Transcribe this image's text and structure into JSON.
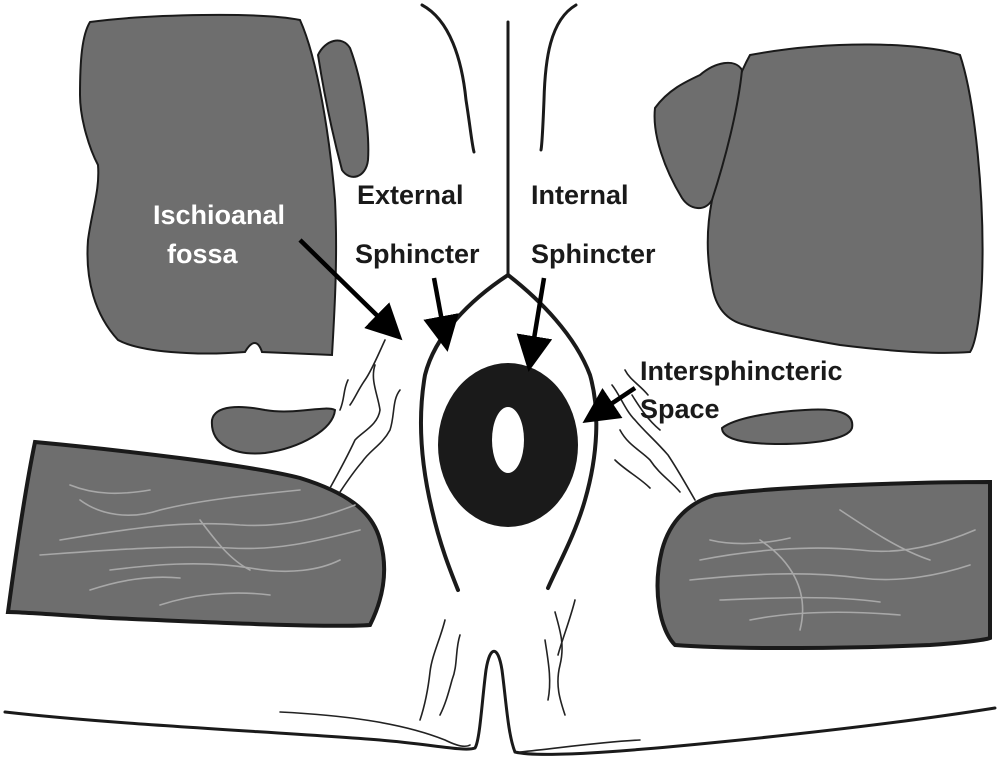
{
  "labels": {
    "ischioanal_line1": "Ischioanal",
    "ischioanal_line2": "fossa",
    "external_line1": "External",
    "external_line2": "Sphincter",
    "internal_line1": "Internal",
    "internal_line2": "Sphincter",
    "intersphincteric_line1": "Intersphincteric",
    "intersphincteric_line2": "Space"
  },
  "colors": {
    "tissue": "#6e6e6e",
    "sphincter": "#1a1a1a",
    "fiber": "#a8a8a8",
    "background": "#ffffff"
  }
}
